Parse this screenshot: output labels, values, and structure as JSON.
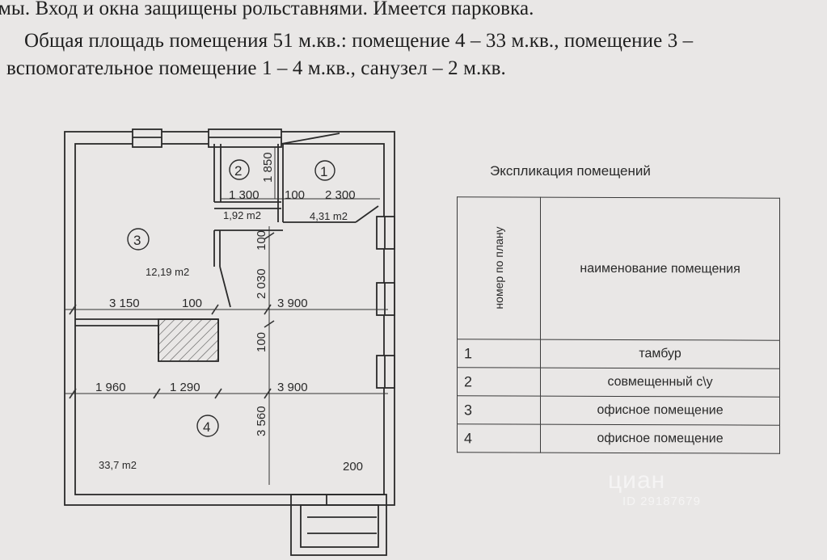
{
  "text": {
    "line1": "мы. Вход и окна защищены рольставнями. Имеется парковка.",
    "line2": "Общая площадь помещения 51 м.кв.: помещение 4 – 33 м.кв., помещение 3 –",
    "line3": "вспомогательное помещение 1 – 4 м.кв., санузел – 2 м.кв."
  },
  "plan": {
    "rooms": [
      {
        "num": "1",
        "area": "4,31 m2"
      },
      {
        "num": "2",
        "area": "1,92 m2"
      },
      {
        "num": "3",
        "area": "12,19 m2"
      },
      {
        "num": "4",
        "area": "33,7 m2"
      }
    ],
    "dims": {
      "d1850": "1 850",
      "d1300": "1 300",
      "d100a": "100",
      "d2300": "2 300",
      "d100b": "100",
      "d2030": "2 030",
      "d3150": "3 150",
      "d100c": "100",
      "d3900a": "3 900",
      "d100d": "100",
      "d1960": "1 960",
      "d1290": "1 290",
      "d3900b": "3 900",
      "d3560": "3 560",
      "d200": "200"
    }
  },
  "explication": {
    "title": "Экспликация помещений",
    "col_num": "номер по плану",
    "col_name": "наименование помещения",
    "rows": [
      {
        "num": "1",
        "name": "тамбур"
      },
      {
        "num": "2",
        "name": "совмещенный с\\у"
      },
      {
        "num": "3",
        "name": "офисное помещение"
      },
      {
        "num": "4",
        "name": "офисное помещение"
      }
    ]
  },
  "watermark": {
    "brand": "циан",
    "id": "ID 29187679"
  }
}
